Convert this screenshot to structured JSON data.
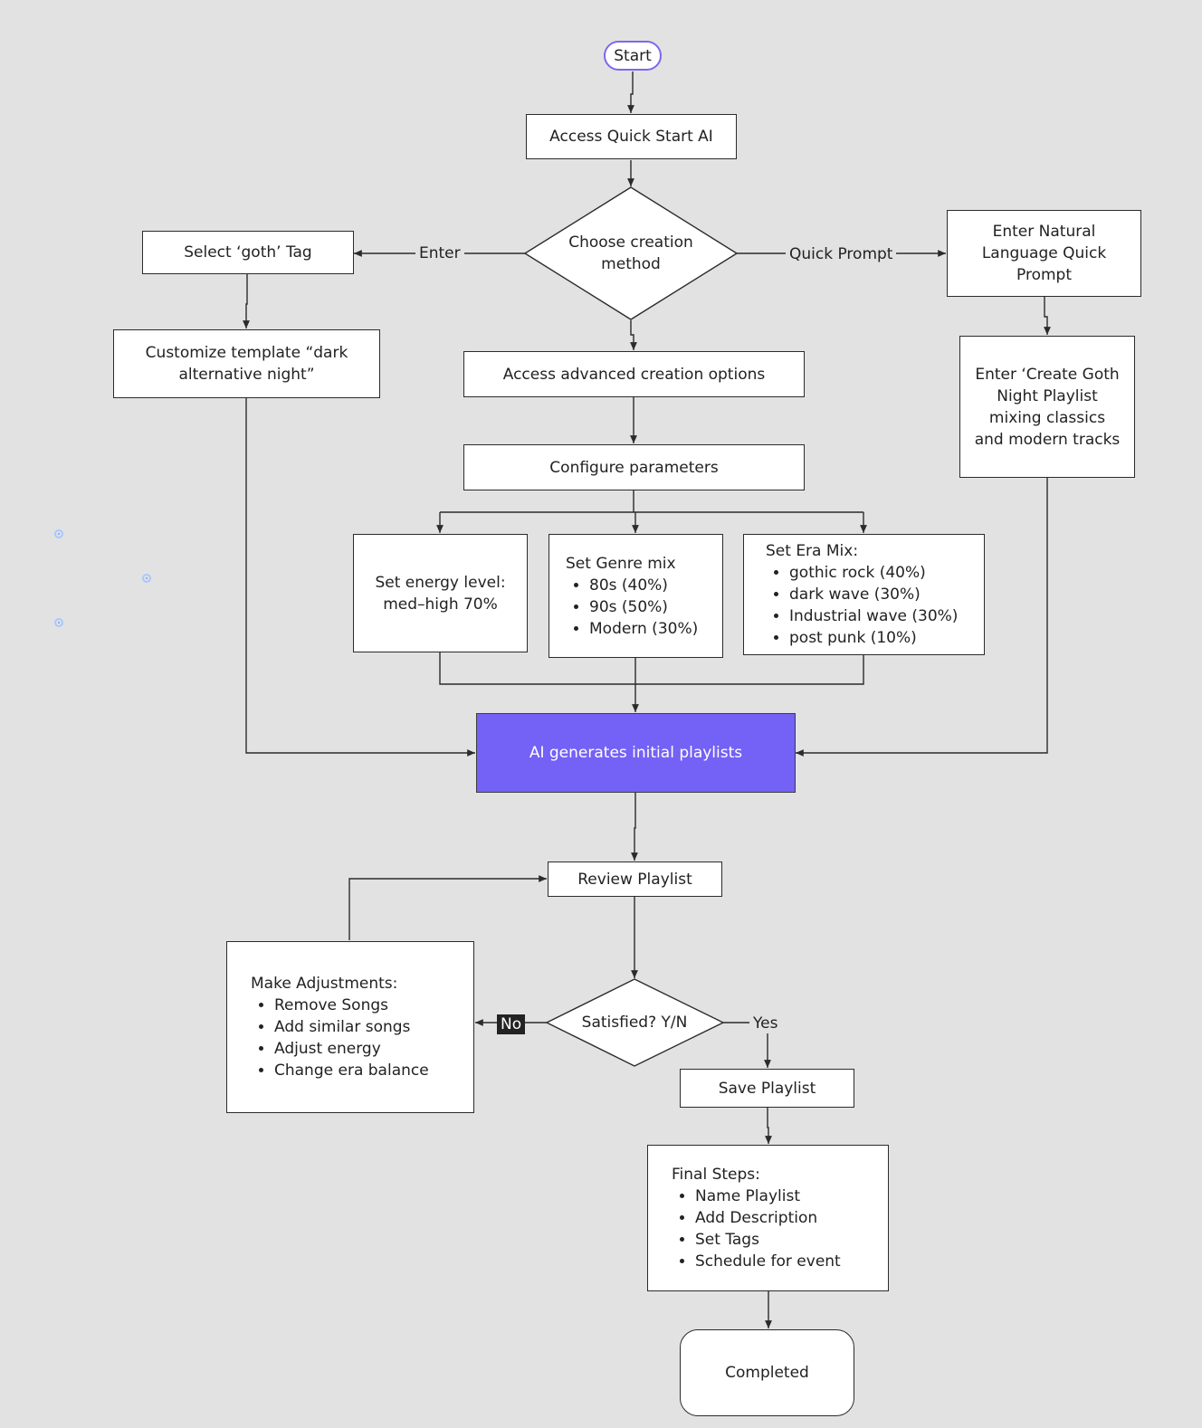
{
  "colors": {
    "background": "#e2e2e2",
    "highlight": "#7461f5",
    "start_border": "#7b68ee",
    "line": "#2b2b2b"
  },
  "nodes": {
    "start": "Start",
    "access_quick_start": "Access Quick Start AI",
    "choose_method": "Choose creation method",
    "select_goth_tag": "Select ‘goth’ Tag",
    "customize_template": "Customize template “dark alternative night”",
    "enter_quick_prompt": "Enter Natural Language Quick Prompt",
    "enter_create": "Enter ‘Create Goth Night Playlist mixing classics and modern tracks",
    "access_advanced": "Access advanced creation options",
    "configure_params": "Configure parameters",
    "energy_level": "Set energy level: med–high 70%",
    "genre_mix": {
      "title": "Set Genre mix",
      "items": [
        "80s (40%)",
        "90s (50%)",
        "Modern (30%)"
      ]
    },
    "era_mix": {
      "title": "Set Era Mix:",
      "items": [
        "gothic rock (40%)",
        "dark wave (30%)",
        "Industrial wave (30%)",
        "post punk (10%)"
      ]
    },
    "ai_generates": "AI generates initial playlists",
    "review_playlist": "Review Playlist",
    "make_adjustments": {
      "title": "Make Adjustments:",
      "items": [
        "Remove Songs",
        "Add similar songs",
        "Adjust energy",
        "Change era balance"
      ]
    },
    "satisfied": "Satisfied? Y/N",
    "save_playlist": "Save Playlist",
    "final_steps": {
      "title": "Final Steps:",
      "items": [
        "Name Playlist",
        "Add Description",
        "Set Tags",
        "Schedule for event"
      ]
    },
    "completed": "Completed"
  },
  "edge_labels": {
    "enter": "Enter",
    "quick_prompt": "Quick Prompt",
    "no": "No",
    "yes": "Yes"
  }
}
